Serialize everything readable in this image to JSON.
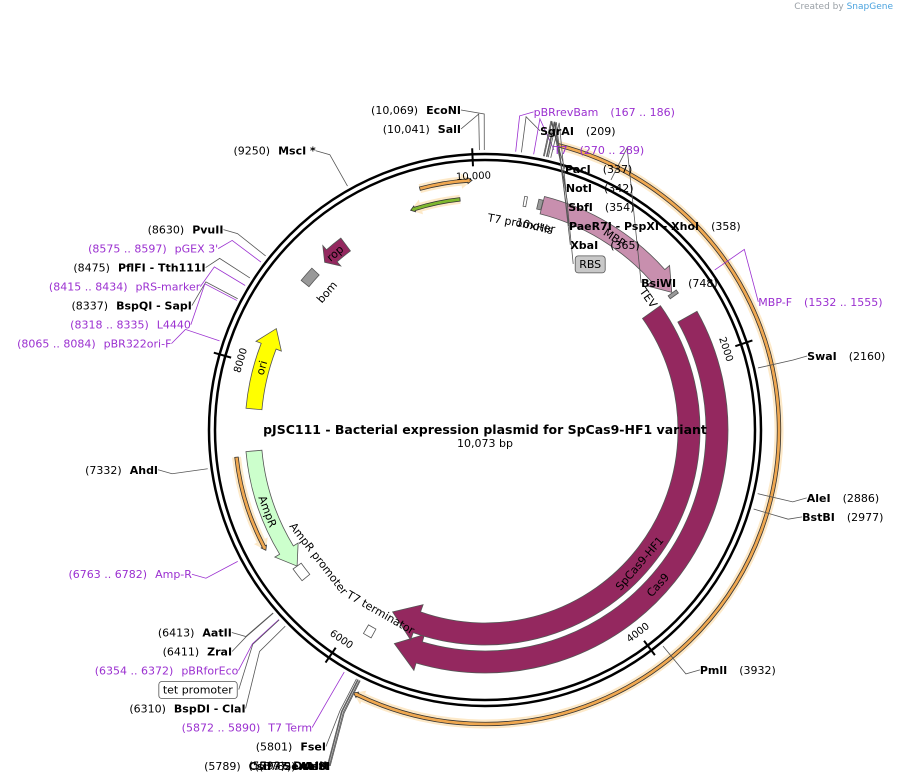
{
  "brand": {
    "created_by": "Created by",
    "app": "SnapGene"
  },
  "plasmid": {
    "title": "pJSC111 - Bacterial expression plasmid for SpCas9-HF1 variant",
    "size": "10,073 bp",
    "length": 10073
  },
  "ticks": [
    {
      "pos": 2000,
      "label": "2000"
    },
    {
      "pos": 4000,
      "label": "4000"
    },
    {
      "pos": 6000,
      "label": "6000"
    },
    {
      "pos": 8000,
      "label": "8000"
    },
    {
      "pos": 10000,
      "label": "10,000"
    }
  ],
  "features": [
    {
      "name": "MBP",
      "label": "MBP",
      "start": 400,
      "end": 1500,
      "track": "inner1",
      "dir": 1,
      "color": "#c88fae"
    },
    {
      "name": "10xHis",
      "label": "10xHis",
      "start": 368,
      "end": 398,
      "track": "inner1",
      "dir": 1,
      "color": "#999999"
    },
    {
      "name": "TEV site",
      "label": "TEV site",
      "start": 1505,
      "end": 1530,
      "track": "inner1",
      "dir": 1,
      "color": "#999999"
    },
    {
      "name": "Cas9",
      "label": "Cas9",
      "start": 1700,
      "end": 5680,
      "track": "inner1",
      "dir": 1,
      "color": "#94285f"
    },
    {
      "name": "SpCas9-HF1",
      "label": "SpCas9-HF1",
      "start": 1530,
      "end": 5790,
      "track": "inner2",
      "dir": 1,
      "color": "#94285f"
    },
    {
      "name": "rop",
      "label": "rop",
      "start": 8850,
      "end": 9040,
      "track": "inner1",
      "dir": -1,
      "color": "#94285f"
    },
    {
      "name": "bom",
      "label": "bom",
      "start": 8650,
      "end": 8760,
      "track": "inner1",
      "dir": 0,
      "color": "#999999"
    },
    {
      "name": "ori",
      "label": "ori",
      "start": 7700,
      "end": 8280,
      "track": "inner1",
      "dir": 1,
      "color": "#ffff00"
    },
    {
      "name": "AmpR",
      "label": "AmpR",
      "start": 6550,
      "end": 7410,
      "track": "inner1",
      "dir": -1,
      "color": "#ccffcc"
    },
    {
      "name": "AmpR promoter",
      "label": "AmpR promoter",
      "start": 6450,
      "end": 6550,
      "track": "inner1",
      "dir": -1,
      "color": "#ffffff"
    },
    {
      "name": "T7 terminator",
      "label": "T7 terminator",
      "start": 5840,
      "end": 5900,
      "track": "inner1",
      "dir": 1,
      "color": "#ffffff"
    },
    {
      "name": "T7 promoter",
      "label": "T7 promoter",
      "start": 270,
      "end": 289,
      "track": "inner1",
      "dir": 1,
      "color": "#ffffff"
    }
  ],
  "orfs": [
    {
      "start": 9550,
      "end": 9900,
      "dir": -1,
      "color": "#7fb82e",
      "track": "orf2"
    },
    {
      "start": 9650,
      "end": 9990,
      "dir": 1,
      "color": "#f0a850",
      "track": "orf1"
    },
    {
      "start": 400,
      "end": 5780,
      "dir": 1,
      "color": "#f0a850",
      "track": "orf0"
    },
    {
      "start": 6750,
      "end": 7380,
      "dir": -1,
      "color": "#f0a850",
      "track": "orf1"
    }
  ],
  "enzymes": [
    {
      "name": "EcoNI",
      "pos": "(10,069)",
      "bp": 10069
    },
    {
      "name": "SalI",
      "pos": "(10,041)",
      "bp": 10041
    },
    {
      "name": "SgrAI",
      "pos": "(209)",
      "bp": 209
    },
    {
      "name": "PacI",
      "pos": "(337)",
      "bp": 337
    },
    {
      "name": "NotI",
      "pos": "(342)",
      "bp": 342
    },
    {
      "name": "SbfI",
      "pos": "(354)",
      "bp": 354
    },
    {
      "name": "PaeR7I  -  PspXI  -  XhoI",
      "pos": "(358)",
      "bp": 358
    },
    {
      "name": "XbaI",
      "pos": "(365)",
      "bp": 365
    },
    {
      "name": "BsiWI",
      "pos": "(748)",
      "bp": 748
    },
    {
      "name": "SwaI",
      "pos": "(2160)",
      "bp": 2160
    },
    {
      "name": "AleI",
      "pos": "(2886)",
      "bp": 2886
    },
    {
      "name": "BstBI",
      "pos": "(2977)",
      "bp": 2977
    },
    {
      "name": "PmlI",
      "pos": "(3932)",
      "bp": 3932
    },
    {
      "name": "AsiSI",
      "pos": "(5777)",
      "bp": 5777
    },
    {
      "name": "AscI",
      "pos": "(5782)",
      "bp": 5782
    },
    {
      "name": "CsiI  -  SexAI *",
      "pos": "(5789)",
      "bp": 5789
    },
    {
      "name": "DraIII",
      "pos": "(5793)",
      "bp": 5793
    },
    {
      "name": "FseI",
      "pos": "(5801)",
      "bp": 5801
    },
    {
      "name": "BspDI  -  ClaI",
      "pos": "(6310)",
      "bp": 6310
    },
    {
      "name": "ZraI",
      "pos": "(6411)",
      "bp": 6411
    },
    {
      "name": "AatII",
      "pos": "(6413)",
      "bp": 6413
    },
    {
      "name": "AhdI",
      "pos": "(7332)",
      "bp": 7332
    },
    {
      "name": "BspQI  -  SapI",
      "pos": "(8337)",
      "bp": 8337
    },
    {
      "name": "PflFI  -  Tth111I",
      "pos": "(8475)",
      "bp": 8475
    },
    {
      "name": "PvuII",
      "pos": "(8630)",
      "bp": 8630
    },
    {
      "name": "MscI *",
      "pos": "(9250)",
      "bp": 9250
    }
  ],
  "primers": [
    {
      "name": "pBRrevBam",
      "range": "(167 .. 186)",
      "bp": 176
    },
    {
      "name": "T7",
      "range": "(270 .. 289)",
      "bp": 280
    },
    {
      "name": "MBP-F",
      "range": "(1532 .. 1555)",
      "bp": 1543
    },
    {
      "name": "T7 Term",
      "range": "(5872 .. 5890)",
      "bp": 5881
    },
    {
      "name": "pBRforEco",
      "range": "(6354 .. 6372)",
      "bp": 6363
    },
    {
      "name": "Amp-R",
      "range": "(6763 .. 6782)",
      "bp": 6772
    },
    {
      "name": "pBR322ori-F",
      "range": "(8065 .. 8084)",
      "bp": 8074
    },
    {
      "name": "L4440",
      "range": "(8318 .. 8335)",
      "bp": 8326
    },
    {
      "name": "pRS-marker",
      "range": "(8415 .. 8434)",
      "bp": 8424
    },
    {
      "name": "pGEX 3'",
      "range": "(8575 .. 8597)",
      "bp": 8586
    }
  ],
  "boxed": [
    {
      "name": "RBS",
      "bp": 380,
      "fill": "#c8c8c8"
    },
    {
      "name": "tet promoter",
      "bp": 6360,
      "fill": "#ffffff"
    }
  ]
}
